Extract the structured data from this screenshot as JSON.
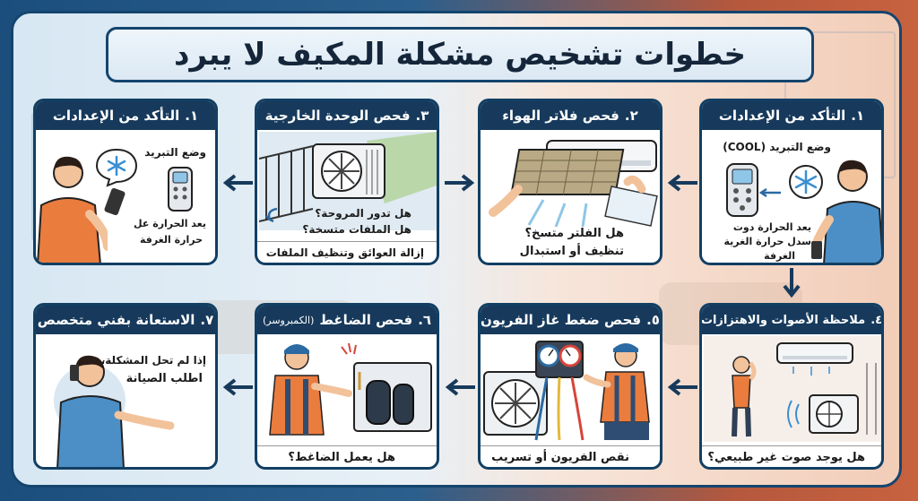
{
  "title": "خطوات تشخيص مشكلة المكيف لا يبرد",
  "cards": [
    {
      "num": "١.",
      "title": "التأكد من الإعدادات",
      "label1": "وضع التبريد (COOL)",
      "label2": "يعد الحرارة دوت",
      "label3": "سدل حرارة الغرية",
      "label4": "الغرفة",
      "icon": "snowflake-icon"
    },
    {
      "num": "٢.",
      "title": "فحص فلاتر الهواء",
      "label1": "هل الفلتر متسخ؟",
      "label2": "تنظيف أو استبدال"
    },
    {
      "num": "٣.",
      "title": "فحص الوحدة الخارجية",
      "label1": "هل تدور المروحة؟",
      "label2": "هل الملفات متسخة؟",
      "label3": "إزالة العوائق وتنظيف الملفات"
    },
    {
      "num": "١.",
      "title": "التأكد من الإعدادات",
      "label1": "وضع التبريد",
      "label2": "يعد الحرارة عل",
      "label3": "حرارة الغرفة"
    },
    {
      "num": "٤.",
      "title": "ملاحظة الأصوات والاهتزازات",
      "label1": "هل يوجد صوت غير طبيعي؟"
    },
    {
      "num": "٥.",
      "title": "فحص ضغط غاز الفريون",
      "label1": "نقص الفريون أو تسريب"
    },
    {
      "num": "٦.",
      "title": "فحص الضاغط",
      "title_sub": "(الكمبروسر)",
      "label1": "هل يعمل الضاغط؟"
    },
    {
      "num": "٧.",
      "title": "الاستعانة بفني متخصص",
      "label1": "إذا لم تحل المشكلة،",
      "label2": "اطلب الصيانة"
    }
  ],
  "colors": {
    "navy": "#173a5c",
    "frame": "#14456e",
    "orange": "#e97a3f",
    "blue": "#4c8fc6"
  }
}
